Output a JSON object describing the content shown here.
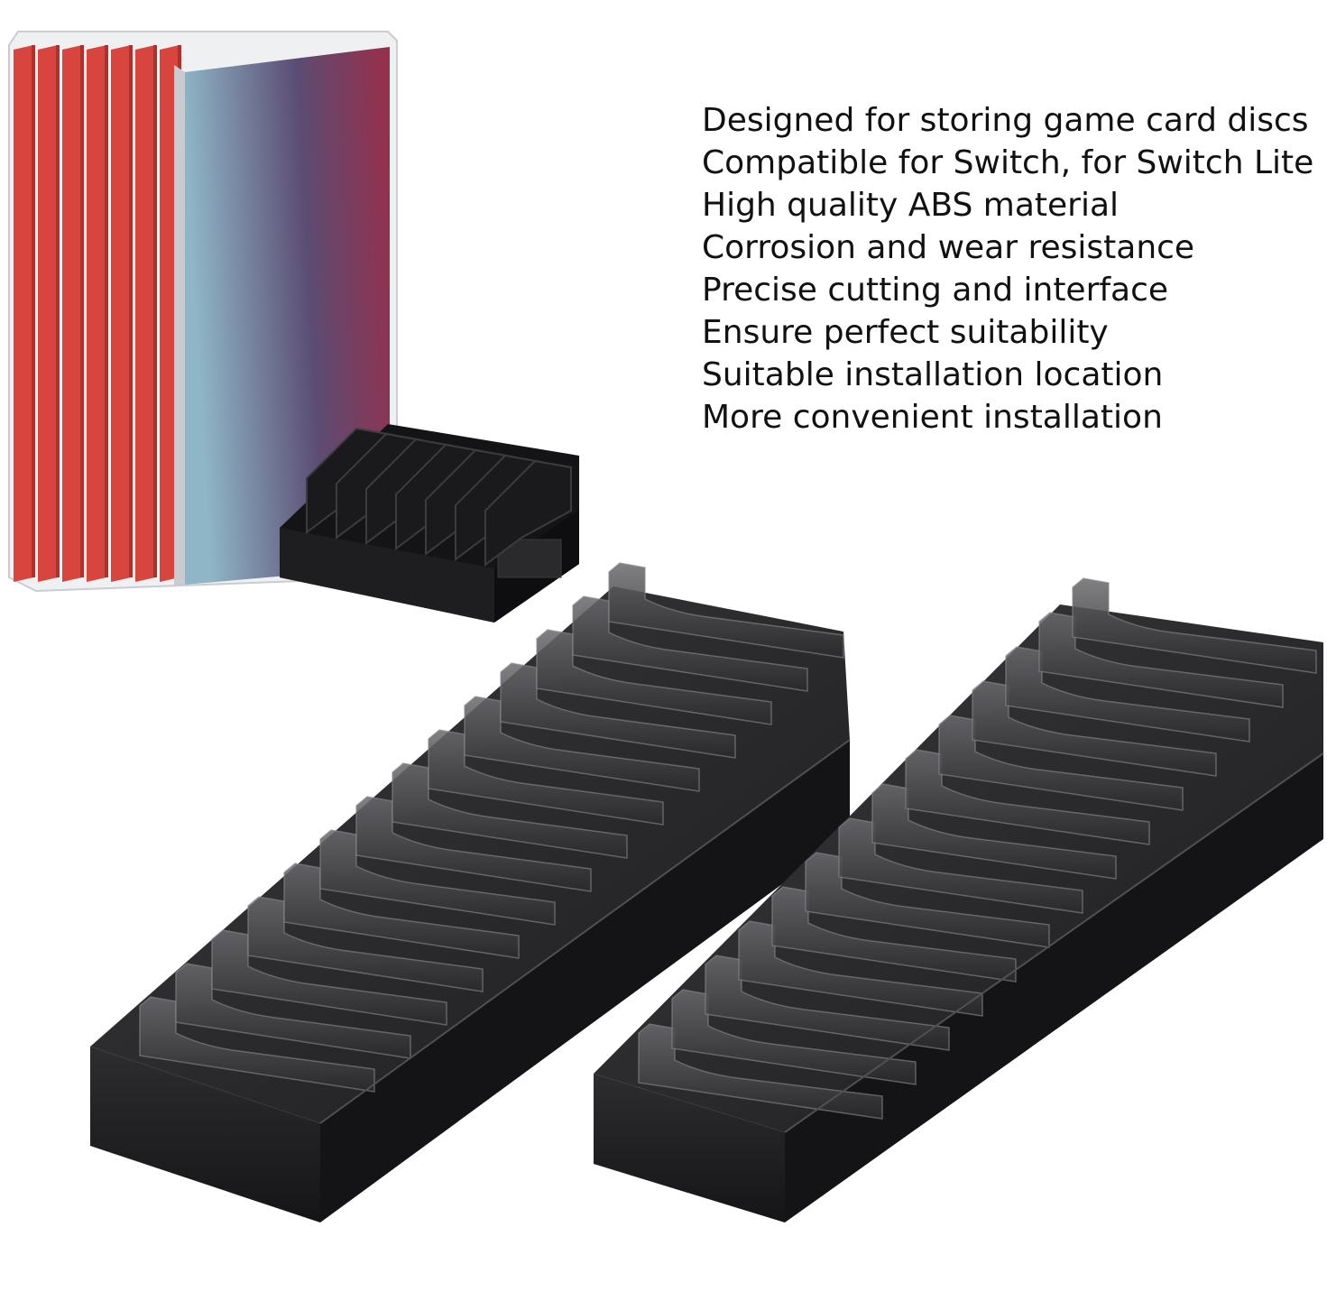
{
  "features": [
    "Designed for storing game card discs",
    "Compatible for Switch, for Switch Lite",
    "High quality ABS material",
    "Corrosion and wear resistance",
    "Precise cutting and interface",
    "Ensure perfect suitability",
    "Suitable installation location",
    "More convenient installation"
  ],
  "photo": {
    "small_holder_slots": 7,
    "long_holder_slots": 14,
    "case_count": 7,
    "colors": {
      "case_red": "#d8453f",
      "case_red_dark": "#b0302c",
      "cover_gradient_top": "#9a2e4a",
      "cover_gradient_bottom": "#8fb6c6",
      "holder_black": "#141414",
      "holder_smoke": "#2a2a2c"
    }
  }
}
